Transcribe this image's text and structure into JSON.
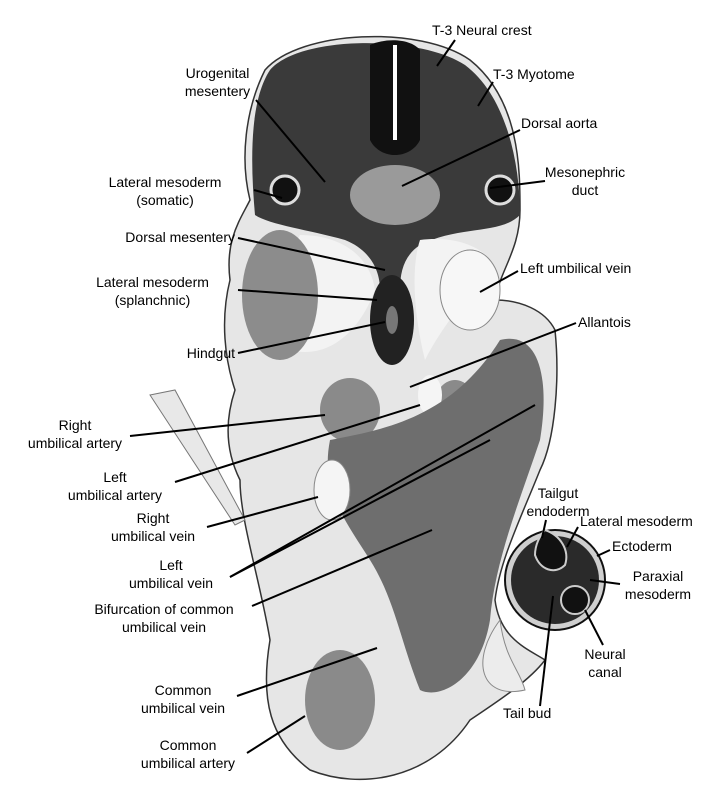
{
  "labels": {
    "t3_neural_crest": "T-3 Neural crest",
    "t3_myotome": "T-3 Myotome",
    "urogenital_mesentery": [
      "Urogenital",
      "mesentery"
    ],
    "dorsal_aorta": "Dorsal aorta",
    "mesonephric_duct": [
      "Mesonephric",
      "duct"
    ],
    "lateral_mesoderm_somatic": [
      "Lateral mesoderm",
      "(somatic)"
    ],
    "dorsal_mesentery": "Dorsal mesentery",
    "left_umbilical_vein_top": "Left umbilical vein",
    "lateral_mesoderm_splanchnic": [
      "Lateral mesoderm",
      "(splanchnic)"
    ],
    "allantois": "Allantois",
    "hindgut": "Hindgut",
    "right_umbilical_artery": [
      "Right",
      "umbilical artery"
    ],
    "left_umbilical_artery": [
      "Left",
      "umbilical artery"
    ],
    "right_umbilical_vein": [
      "Right",
      "umbilical vein"
    ],
    "left_umbilical_vein": [
      "Left",
      "umbilical vein"
    ],
    "bifurcation": [
      "Bifurcation of common",
      "umbilical vein"
    ],
    "common_umbilical_vein": [
      "Common",
      "umbilical vein"
    ],
    "common_umbilical_artery": [
      "Common",
      "umbilical artery"
    ],
    "tailgut_endoderm": [
      "Tailgut",
      "endoderm"
    ],
    "lateral_mesoderm_tail": "Lateral mesoderm",
    "ectoderm": "Ectoderm",
    "paraxial_mesoderm": [
      "Paraxial",
      "mesoderm"
    ],
    "neural_canal": [
      "Neural",
      "canal"
    ],
    "tail_bud": "Tail bud"
  }
}
